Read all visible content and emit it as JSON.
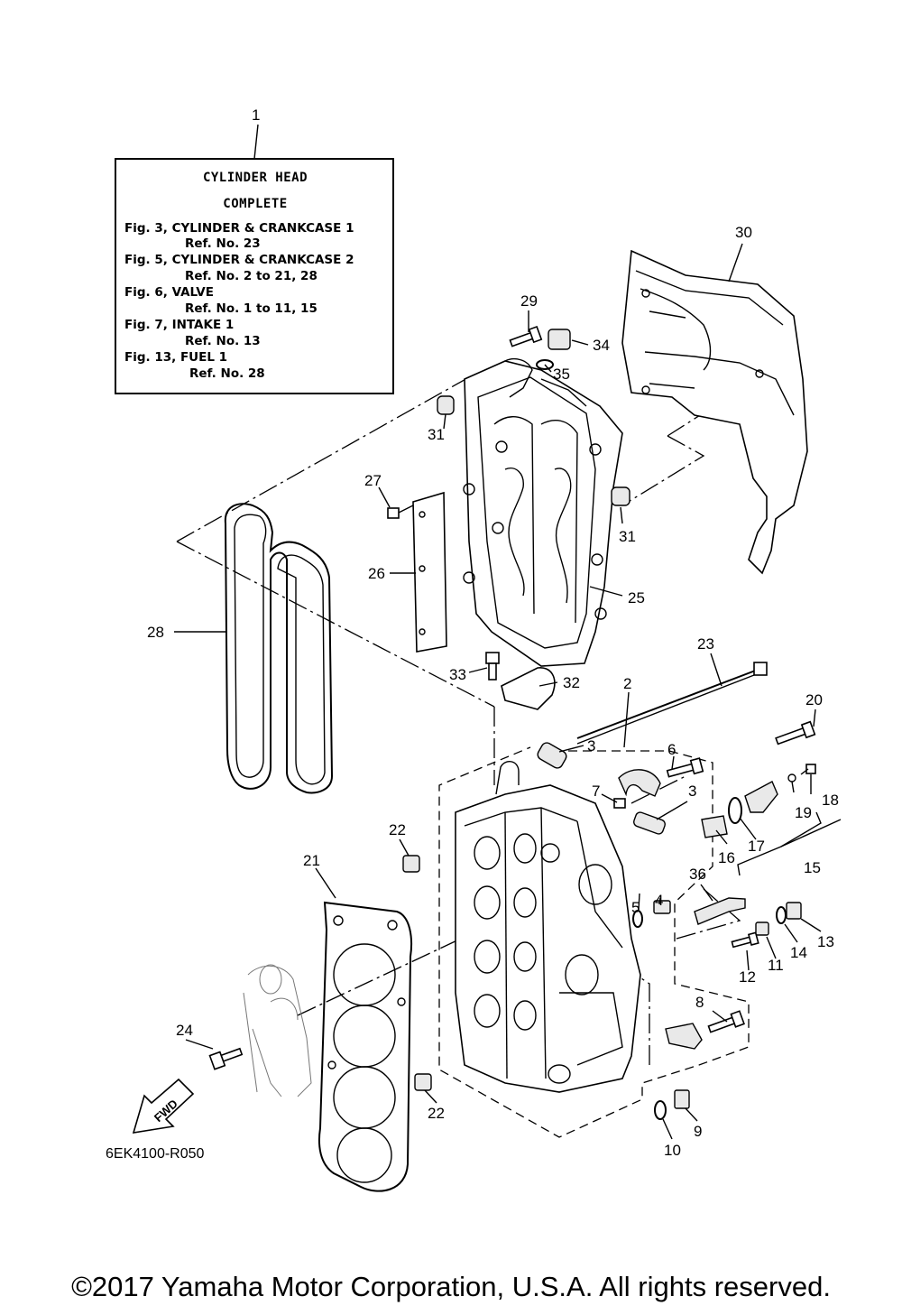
{
  "info_box": {
    "ref_number": "1",
    "title_line1": "CYLINDER HEAD",
    "title_line2": "COMPLETE",
    "lines": [
      "Fig. 3, CYLINDER & CRANKCASE 1",
      "Ref. No. 23",
      "Fig. 5, CYLINDER & CRANKCASE 2",
      "Ref. No. 2 to 21, 28",
      "Fig. 6, VALVE",
      "Ref. No. 1 to 11, 15",
      "Fig. 7, INTAKE 1",
      "Ref. No. 13",
      "Fig. 13, FUEL 1",
      "Ref. No. 28"
    ]
  },
  "callouts": [
    "2",
    "3",
    "3",
    "4",
    "5",
    "6",
    "7",
    "8",
    "9",
    "10",
    "11",
    "12",
    "13",
    "14",
    "15",
    "16",
    "17",
    "18",
    "19",
    "20",
    "21",
    "22",
    "22",
    "23",
    "24",
    "25",
    "26",
    "27",
    "28",
    "29",
    "30",
    "31",
    "31",
    "32",
    "33",
    "34",
    "35",
    "36"
  ],
  "fwd_label": "FWD",
  "drawing_code": "6EK4100-R050",
  "copyright": "©2017 Yamaha Motor Corporation, U.S.A. All rights reserved."
}
